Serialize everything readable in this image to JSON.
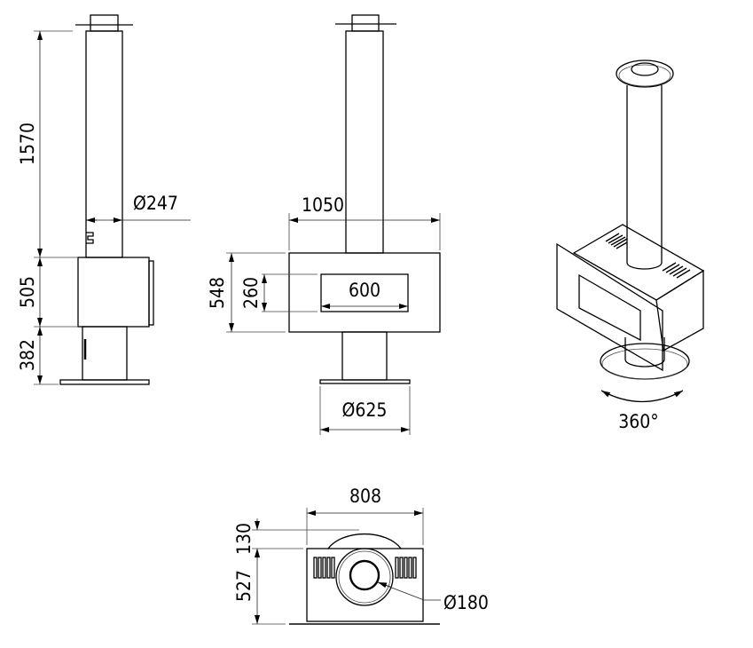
{
  "side_view": {
    "flue_height": "1570",
    "flue_diameter": "Ø247",
    "body_height": "505",
    "pedestal_height": "382"
  },
  "front_view": {
    "body_width": "1050",
    "body_height": "548",
    "window_height": "260",
    "window_width": "600",
    "base_diameter": "Ø625"
  },
  "iso_view": {
    "rotation": "360°"
  },
  "top_view": {
    "width": "808",
    "rear_offset": "130",
    "depth": "527",
    "outlet_diameter": "Ø180"
  },
  "colors": {
    "line": "#000000",
    "background": "#ffffff"
  }
}
